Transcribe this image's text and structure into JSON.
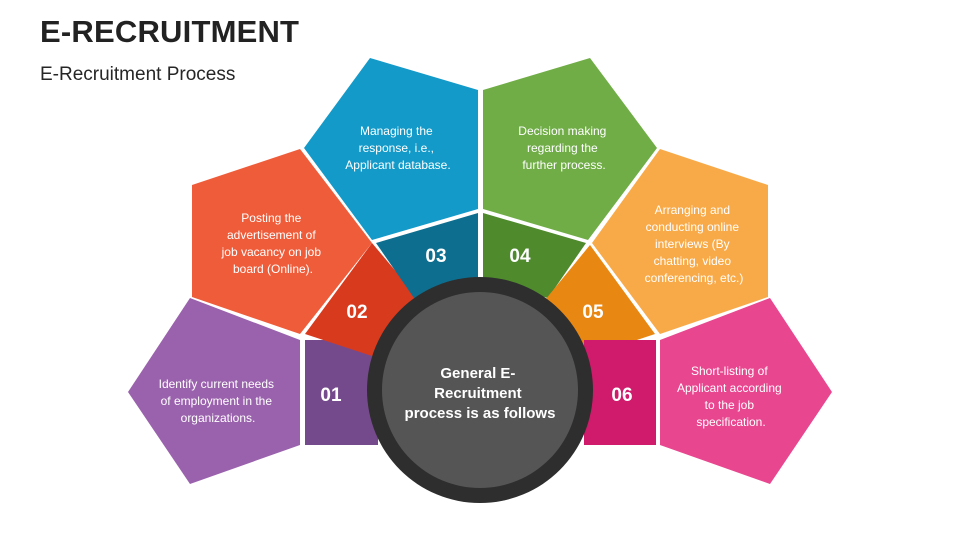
{
  "title": "E-RECRUITMENT",
  "subtitle": "E-Recruitment Process",
  "center": {
    "lines": [
      "General E-",
      "Recruitment",
      "process is as follows"
    ]
  },
  "steps": [
    {
      "number": "01",
      "color_dark": "#754a8c",
      "color_light": "#9a62ad",
      "lines": [
        "Identify current needs",
        "of employment in the",
        "organizations."
      ]
    },
    {
      "number": "02",
      "color_dark": "#d83a1e",
      "color_light": "#ef5c3a",
      "lines": [
        "Posting the",
        "advertisement of",
        "job vacancy on job",
        "board (Online)."
      ]
    },
    {
      "number": "03",
      "color_dark": "#0d6e8f",
      "color_light": "#139ac8",
      "lines": [
        "Managing the",
        "response, i.e.,",
        "Applicant database."
      ]
    },
    {
      "number": "04",
      "color_dark": "#4f8a2d",
      "color_light": "#70ad47",
      "lines": [
        "Decision making",
        "regarding the",
        "further process."
      ]
    },
    {
      "number": "05",
      "color_dark": "#e88712",
      "color_light": "#f8aa48",
      "lines": [
        "Arranging and",
        "conducting online",
        "interviews (By",
        "chatting, video",
        "conferencing, etc.)"
      ]
    },
    {
      "number": "06",
      "color_dark": "#d01a6b",
      "color_light": "#e8468f",
      "lines": [
        "Short-listing of",
        "Applicant according",
        "to the job",
        "specification."
      ]
    }
  ],
  "colors": {
    "center_fill": "#555555",
    "center_ring": "#2e2e2e"
  }
}
